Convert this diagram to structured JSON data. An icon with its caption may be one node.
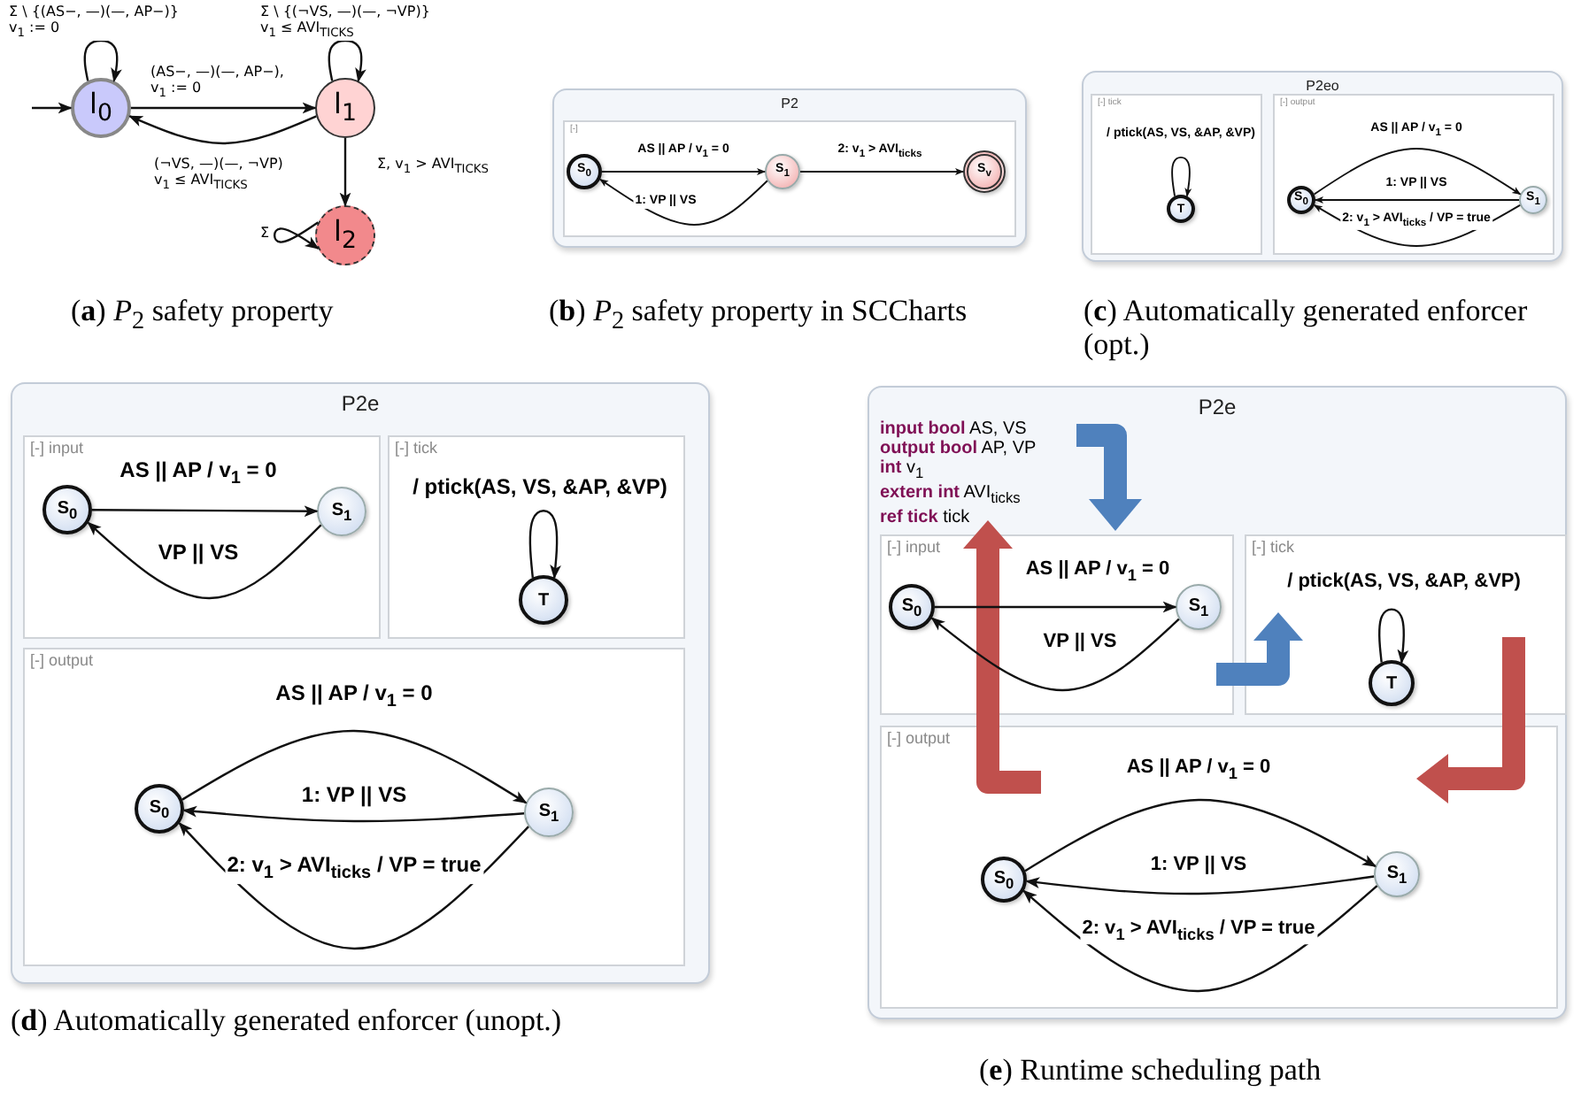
{
  "diagram": {
    "nodes": [
      {
        "text": [
          "l$_{0}$"
        ]
      },
      {
        "text": [
          "l$_{1}$"
        ]
      },
      {
        "text": [
          "l$_{2}$"
        ]
      },
      {
        "text": [
          "P2"
        ]
      },
      {
        "text": [
          "[-]"
        ],
        "in": 3
      },
      {
        "text": [
          "S$_{0}$"
        ],
        "in": 4
      },
      {
        "text": [
          "S$_{1}$"
        ],
        "in": 4
      },
      {
        "text": [
          "S$_{v}$"
        ],
        "in": 4
      },
      {
        "text": [
          "P2eo"
        ]
      },
      {
        "text": [
          "[-] tick"
        ],
        "in": 8
      },
      {
        "text": [
          "T"
        ],
        "in": 9
      },
      {
        "text": [
          "[-] output"
        ],
        "in": 8
      },
      {
        "text": [
          "S$_{0}$"
        ],
        "in": 11
      },
      {
        "text": [
          "S$_{1}$"
        ],
        "in": 11
      },
      {
        "text": [
          "P2e"
        ]
      },
      {
        "text": [
          "[-] input"
        ],
        "in": 14
      },
      {
        "text": [
          "S$_{0}$"
        ],
        "in": 15
      },
      {
        "text": [
          "S$_{1}$"
        ],
        "in": 15
      },
      {
        "text": [
          "[-] tick"
        ],
        "in": 14
      },
      {
        "text": [
          "T"
        ],
        "in": 18
      },
      {
        "text": [
          "[-] output"
        ],
        "in": 14
      },
      {
        "text": [
          "S$_{0}$"
        ],
        "in": 20
      },
      {
        "text": [
          "S$_{1}$"
        ],
        "in": 20
      },
      {
        "text": [
          "P2e",
          "**input bool** AS, VS",
          "**output bool** AP, VP",
          "**int** v$_{1}$",
          "**extern int** AVI$_{ticks}$",
          "**ref tick** tick"
        ]
      },
      {
        "text": [
          "[-] input"
        ],
        "in": 23
      },
      {
        "text": [
          "S$_{0}$"
        ],
        "in": 24
      },
      {
        "text": [
          "S$_{1}$"
        ],
        "in": 24
      },
      {
        "text": [
          "[-] tick"
        ],
        "in": 23
      },
      {
        "text": [
          "T"
        ],
        "in": 27
      },
      {
        "text": [
          "[-] output"
        ],
        "in": 23
      },
      {
        "text": [
          "S$_{0}$"
        ],
        "in": 29
      },
      {
        "text": [
          "S$_{1}$"
        ],
        "in": 29
      }
    ],
    "edges": [
      {
        "from": null,
        "to": 0,
        "arrow": "to"
      },
      {
        "from": 0,
        "to": 0,
        "arrow": "to",
        "label": "Σ \\ {(AS−, —)(—, AP−)} v$_{1}$ := 0"
      },
      {
        "from": 0,
        "to": 1,
        "arrow": "to",
        "label": "(AS−, —)(—, AP−), v$_{1}$ := 0"
      },
      {
        "from": 1,
        "to": 0,
        "arrow": "to",
        "label": "(¬VS, —)(—, ¬VP) v$_{1}$ ≤ AVI$_{TICKS}$"
      },
      {
        "from": 1,
        "to": 1,
        "arrow": "to",
        "label": "Σ \\ {(¬VS, —)(—, ¬VP)} v$_{1}$ ≤ AVI$_{TICKS}$"
      },
      {
        "from": 1,
        "to": 2,
        "arrow": "to",
        "label": "Σ, v$_{1}$ > AVI$_{TICKS}$"
      },
      {
        "from": 2,
        "to": 2,
        "arrow": "to",
        "label": "Σ"
      },
      {
        "from": 5,
        "to": 6,
        "arrow": "to",
        "label": "AS || AP / v$_{1}$ = 0"
      },
      {
        "from": 6,
        "to": 5,
        "arrow": "to",
        "label": "1: VP || VS"
      },
      {
        "from": 6,
        "to": 7,
        "arrow": "to",
        "label": "2: v$_{1}$ > AVI$_{ticks}$"
      },
      {
        "from": 10,
        "to": 10,
        "arrow": "to",
        "label": "/ ptick(AS, VS, &AP, &VP)"
      },
      {
        "from": 12,
        "to": 13,
        "arrow": "to",
        "label": "AS || AP / v$_{1}$ = 0"
      },
      {
        "from": 13,
        "to": 12,
        "arrow": "to",
        "label": "1: VP || VS"
      },
      {
        "from": 13,
        "to": 12,
        "arrow": "to",
        "label": "2: v$_{1}$ > AVI$_{ticks}$ / VP = true"
      },
      {
        "from": 16,
        "to": 17,
        "arrow": "to",
        "label": "AS || AP / v$_{1}$ = 0"
      },
      {
        "from": 17,
        "to": 16,
        "arrow": "to",
        "label": "VP || VS"
      },
      {
        "from": 19,
        "to": 19,
        "arrow": "to",
        "label": "/ ptick(AS, VS, &AP, &VP)"
      },
      {
        "from": 21,
        "to": 22,
        "arrow": "to",
        "label": "AS || AP / v$_{1}$ = 0"
      },
      {
        "from": 22,
        "to": 21,
        "arrow": "to",
        "label": "1: VP || VS"
      },
      {
        "from": 22,
        "to": 21,
        "arrow": "to",
        "label": "2: v$_{1}$ > AVI$_{ticks}$ / VP = true"
      },
      {
        "from": 25,
        "to": 26,
        "arrow": "to",
        "label": "AS || AP / v$_{1}$ = 0"
      },
      {
        "from": 26,
        "to": 25,
        "arrow": "to",
        "label": "VP || VS"
      },
      {
        "from": 28,
        "to": 28,
        "arrow": "to",
        "label": "/ ptick(AS, VS, &AP, &VP)"
      },
      {
        "from": 30,
        "to": 31,
        "arrow": "to",
        "label": "AS || AP / v$_{1}$ = 0"
      },
      {
        "from": 31,
        "to": 30,
        "arrow": "to",
        "label": "1: VP || VS"
      },
      {
        "from": 31,
        "to": 30,
        "arrow": "to",
        "label": "2: v$_{1}$ > AVI$_{ticks}$ / VP = true"
      }
    ],
    "labels": [
      "(**a**) *P*$_{2}$ safety property",
      "(**b**) *P*$_{2}$ safety property in SCCharts",
      "(**c**) Automatically generated enforcer (opt.)",
      "(**d**) Automatically generated enforcer (unopt.)",
      "(**e**) Runtime scheduling path"
    ]
  }
}
